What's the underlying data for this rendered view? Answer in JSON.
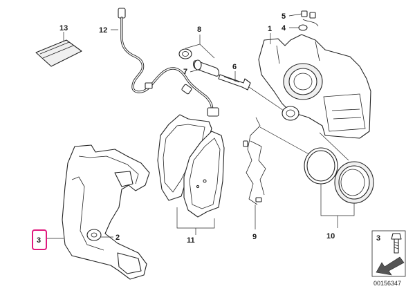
{
  "labels": {
    "p1": "1",
    "p2": "2",
    "p3": "3",
    "p4": "4",
    "p5": "5",
    "p6": "6",
    "p7": "7",
    "p8": "8",
    "p9": "9",
    "p10": "10",
    "p11": "11",
    "p12": "12",
    "p13": "13"
  },
  "legend": {
    "number": "3"
  },
  "document_id": "00156347",
  "colors": {
    "highlight": "#e0197d",
    "line": "#222222",
    "background": "#ffffff"
  }
}
